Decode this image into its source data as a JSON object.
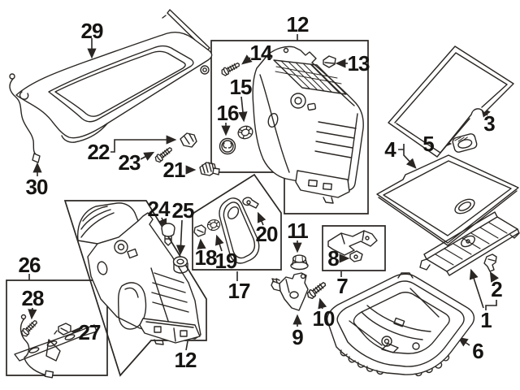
{
  "diagram_title": "exploded-parts-diagram",
  "colors": {
    "background": "#ffffff",
    "line": "#2a2623",
    "label": "#161412"
  },
  "callouts": [
    {
      "label": "29"
    },
    {
      "label": "30"
    },
    {
      "label": "22"
    },
    {
      "label": "23"
    },
    {
      "label": "21"
    },
    {
      "label": "12"
    },
    {
      "label": "14"
    },
    {
      "label": "15"
    },
    {
      "label": "16"
    },
    {
      "label": "13"
    },
    {
      "label": "3"
    },
    {
      "label": "4"
    },
    {
      "label": "5"
    },
    {
      "label": "17"
    },
    {
      "label": "18"
    },
    {
      "label": "19"
    },
    {
      "label": "20"
    },
    {
      "label": "24"
    },
    {
      "label": "25"
    },
    {
      "label": "12"
    },
    {
      "label": "26"
    },
    {
      "label": "28"
    },
    {
      "label": "27"
    },
    {
      "label": "11"
    },
    {
      "label": "8"
    },
    {
      "label": "7"
    },
    {
      "label": "9"
    },
    {
      "label": "10"
    },
    {
      "label": "1"
    },
    {
      "label": "2"
    },
    {
      "label": "6"
    }
  ]
}
